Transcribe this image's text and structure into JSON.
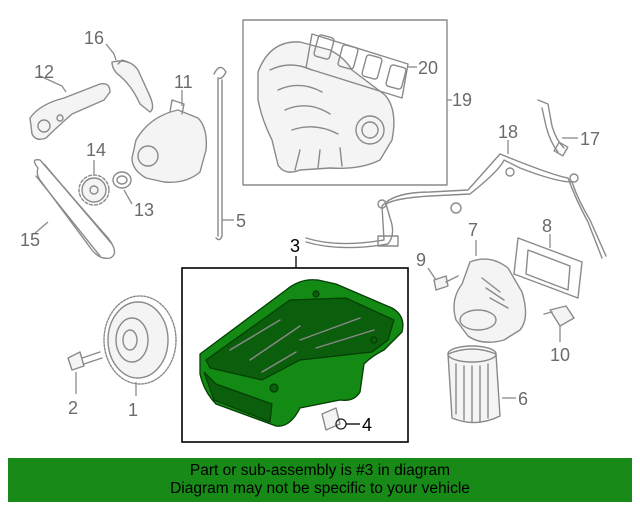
{
  "callouts": {
    "c1": "1",
    "c2": "2",
    "c3": "3",
    "c4": "4",
    "c5": "5",
    "c6": "6",
    "c7": "7",
    "c8": "8",
    "c9": "9",
    "c10": "10",
    "c11": "11",
    "c12": "12",
    "c13": "13",
    "c14": "14",
    "c15": "15",
    "c16": "16",
    "c17": "17",
    "c18": "18",
    "c19": "19",
    "c20": "20"
  },
  "highlighted_part": "3",
  "colors": {
    "highlight": "#138a13",
    "banner": "#178a17",
    "line": "#8a8a8a"
  },
  "banner": {
    "line1": "Part or sub-assembly is #3 in diagram",
    "line2": "Diagram may not be specific to your vehicle"
  }
}
